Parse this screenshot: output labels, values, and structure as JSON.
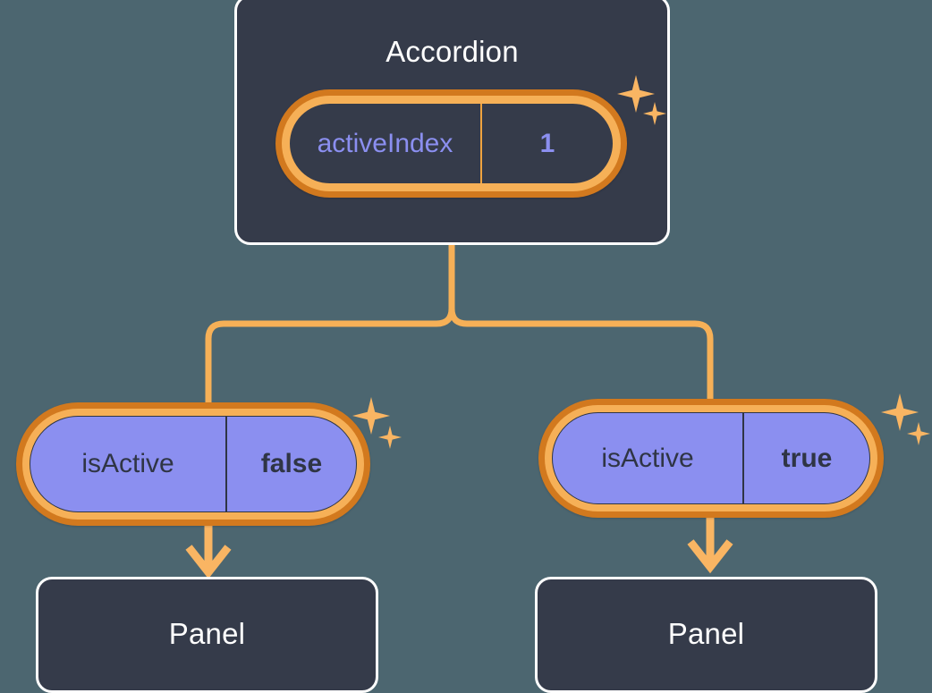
{
  "diagram": {
    "background_color": "#4c6670",
    "accent_color": "#f6b057",
    "accent_dark_color": "#d2791e",
    "node_fill_color": "#353b4a",
    "state_fill_color": "#8b8ff0",
    "text_light_color": "#ffffff",
    "text_purple_color": "#8b8ff0",
    "text_dark_color": "#2f3545"
  },
  "root": {
    "title": "Accordion",
    "state": {
      "key": "activeIndex",
      "value": "1"
    }
  },
  "branches": [
    {
      "state": {
        "key": "isActive",
        "value": "false"
      },
      "child": {
        "title": "Panel"
      }
    },
    {
      "state": {
        "key": "isActive",
        "value": "true"
      },
      "child": {
        "title": "Panel"
      }
    }
  ],
  "decorations": {
    "sparkle_large": "sparkle-star-icon",
    "sparkle_small": "sparkle-star-small-icon"
  }
}
